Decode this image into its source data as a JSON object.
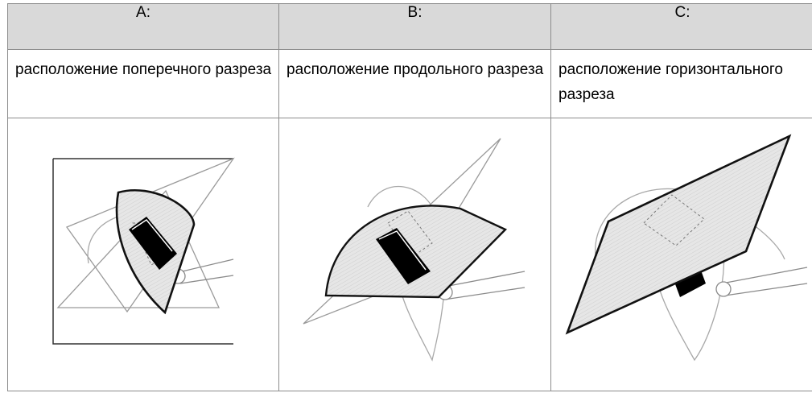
{
  "table": {
    "headers": [
      "A:",
      "B:",
      "C:"
    ],
    "descriptions": [
      "расположение поперечного разреза",
      "расположение продольного разреза",
      "расположение горизонтального разреза"
    ]
  },
  "colors": {
    "header_background": "#d9d9d9",
    "grid_line": "#8c8c8c",
    "plane_fill": "#e3e3e3"
  }
}
